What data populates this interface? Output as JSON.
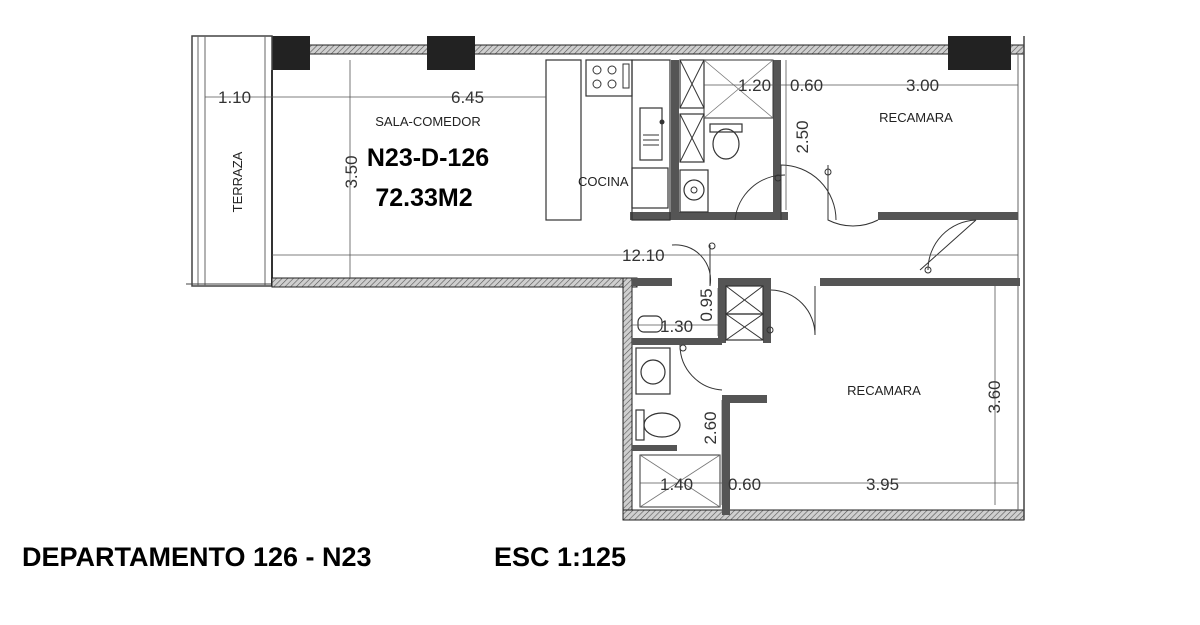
{
  "plan": {
    "unit_code": "N23-D-126",
    "area": "72.33M2",
    "rooms": {
      "terrace": "TERRAZA",
      "living_dining": "SALA-COMEDOR",
      "kitchen": "COCINA",
      "bedroom_top": "RECAMARA",
      "bedroom_bottom": "RECAMARA"
    },
    "dimensions": {
      "terrace_width": "1.10",
      "living_width": "6.45",
      "living_height": "3.50",
      "bath_top_width": "1.20",
      "closet_top_width": "0.60",
      "bedroom_top_width": "3.00",
      "bedroom_top_height": "2.50",
      "total_length": "12.10",
      "laundry_height": "0.95",
      "laundry_width": "1.30",
      "bath_bottom_height": "2.60",
      "bath_bottom_width": "1.40",
      "closet_bottom_width": "0.60",
      "bedroom_bottom_width": "3.95",
      "bedroom_bottom_height": "3.60"
    }
  },
  "footer": {
    "title": "DEPARTAMENTO 126 - N23",
    "scale": "ESC 1:125"
  }
}
